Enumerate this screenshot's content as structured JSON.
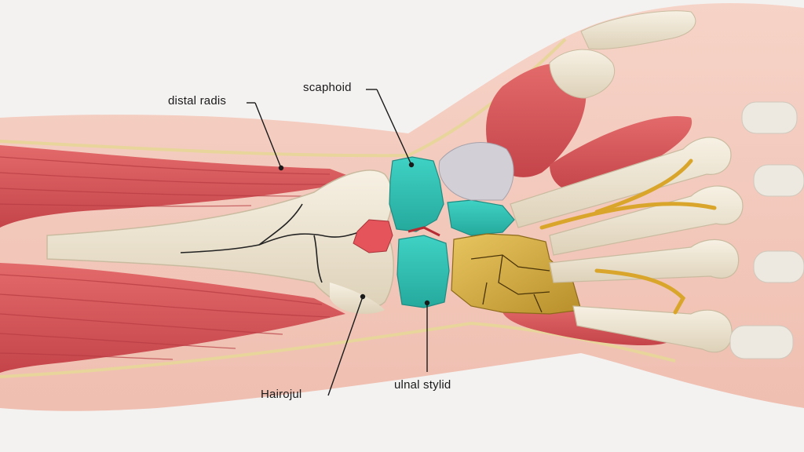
{
  "diagram": {
    "labels": {
      "distal_radius": "distal radis",
      "scaphoid": "scaphoid",
      "lower_left": "Hairojul",
      "ulnar_styloid": "ulnal stylid"
    },
    "colors": {
      "background": "#f4f2f1",
      "skin": "#f3c9bd",
      "muscle": "#d9575a",
      "bone": "#eee5d2",
      "carpal_teal": "#35c6b8",
      "fracture_red": "#e4545a",
      "gold_bone": "#d6b045",
      "tendon_gold": "#d9a62b",
      "leader_line": "#1a1a1a"
    }
  }
}
